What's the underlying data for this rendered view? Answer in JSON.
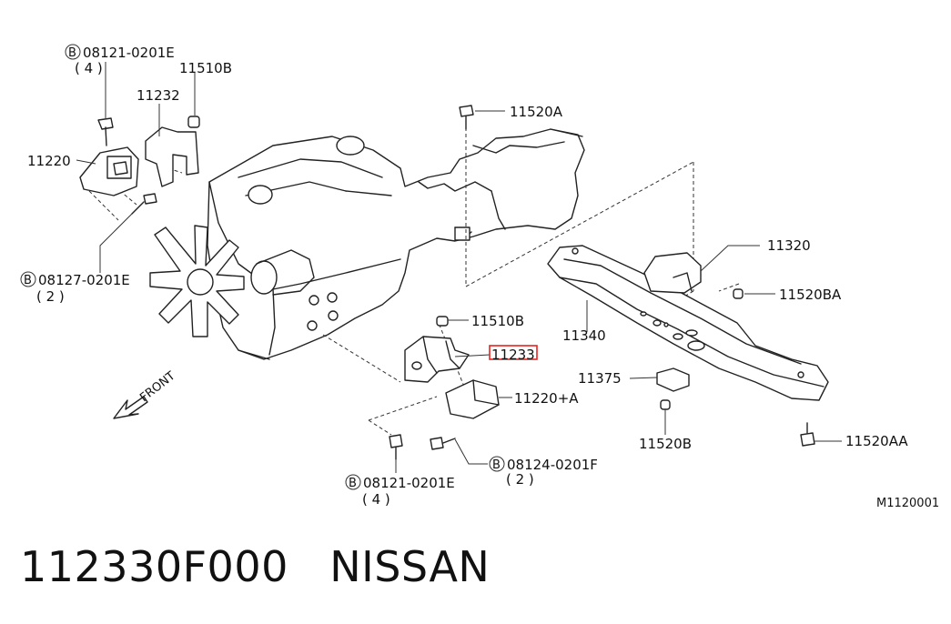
{
  "diagram": {
    "callouts": {
      "bolt_top_left": "08121-0201E",
      "bolt_top_left_qty": "( 4 )",
      "nut_top_left": "11510B",
      "bracket_top_left": "11232",
      "insulator_left": "11220",
      "bolt_left": "08127-0201E",
      "bolt_left_qty": "( 2 )",
      "bolt_transmission": "11520A",
      "insulator_rear": "11320",
      "nut_rear": "11520BA",
      "crossmember": "11340",
      "nut_right_bracket": "11510B",
      "bracket_right_highlighted": "11233",
      "insulator_right": "11220+A",
      "plate": "11375",
      "nut_plate": "11520B",
      "bolt_crossmember": "11520AA",
      "bolt_right": "08124-0201F",
      "bolt_right_qty": "( 2 )",
      "bolt_bottom": "08121-0201E",
      "bolt_bottom_qty": "( 4 )",
      "front_arrow": "FRONT",
      "bolt_marker": "B",
      "figure_code": "M1120001"
    },
    "highlight_color": "#e8231f"
  },
  "caption": {
    "part_number": "112330F000",
    "brand": "NISSAN"
  }
}
